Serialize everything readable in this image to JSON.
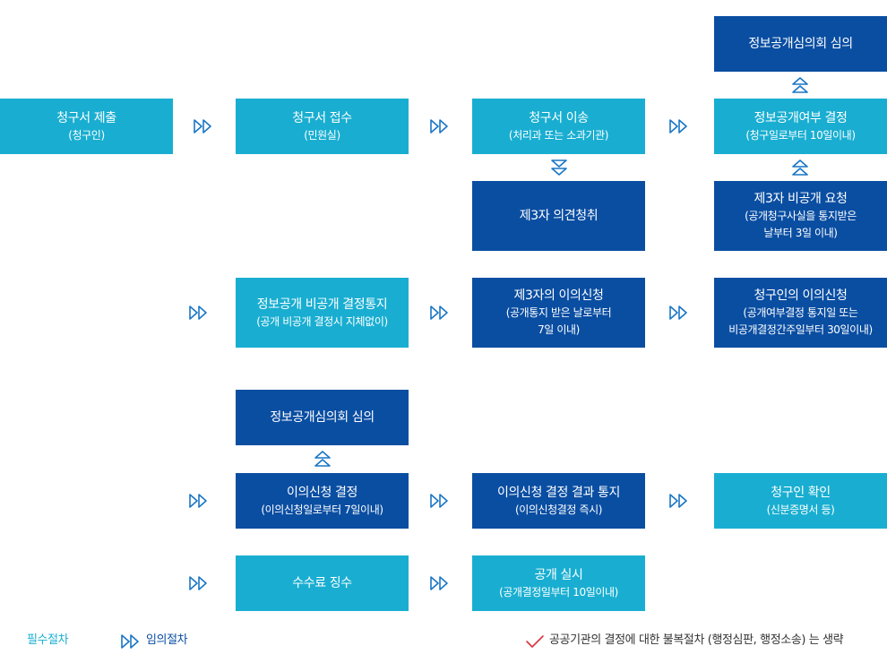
{
  "colors": {
    "optional_step": "#19aed1",
    "required_step": "#0a4ea2",
    "arrow": "#1a76c4",
    "check": "#d6363c"
  },
  "steps": {
    "submit": {
      "title": "청구서 제출",
      "sub": "(청구인)"
    },
    "receive": {
      "title": "청구서 접수",
      "sub": "(민원실)"
    },
    "transfer": {
      "title": "청구서 이송",
      "sub": "(처리과 또는 소과기관)"
    },
    "decision": {
      "title": "정보공개여부 결정",
      "sub": "(청구일로부터 10일이내)"
    },
    "review_top": {
      "title": "정보공개심의회 심의"
    },
    "third_opinion": {
      "title": "제3자 의견청취"
    },
    "third_request": {
      "title": "제3자 비공개 요청",
      "sub1": "(공개청구사실을 통지받은",
      "sub2": "날부터 3일 이내)"
    },
    "notice_nondisclosure": {
      "title": "정보공개 비공개 결정통지",
      "sub": "(공개 비공개 결정시 지체없이)"
    },
    "third_objection": {
      "title": "제3자의 이의신청",
      "sub1": "(공개통지 받은 날로부터",
      "sub2": "7일 이내)"
    },
    "requester_objection": {
      "title": "청구인의 이의신청",
      "sub1": "(공개여부결정 통지일 또는",
      "sub2": "비공개결정간주일부터 30일이내)"
    },
    "review_mid": {
      "title": "정보공개심의회 심의"
    },
    "objection_decision": {
      "title": "이의신청 결정",
      "sub": "(이의신청일로부터 7일이내)"
    },
    "objection_result": {
      "title": "이의신청 결정 결과 통지",
      "sub": "(이의신청결정 즉시)"
    },
    "requester_check": {
      "title": "청구인 확인",
      "sub": "(신분증명서 등)"
    },
    "fee": {
      "title": "수수료 징수"
    },
    "disclosure": {
      "title": "공개 실시",
      "sub": "(공개결정일부터 10일이내)"
    }
  },
  "legend": {
    "required": "필수절차",
    "optional": "임의절차",
    "note": "공공기관의 결정에 대한 불복절차 (행정심판, 행정소송) 는 생략"
  }
}
